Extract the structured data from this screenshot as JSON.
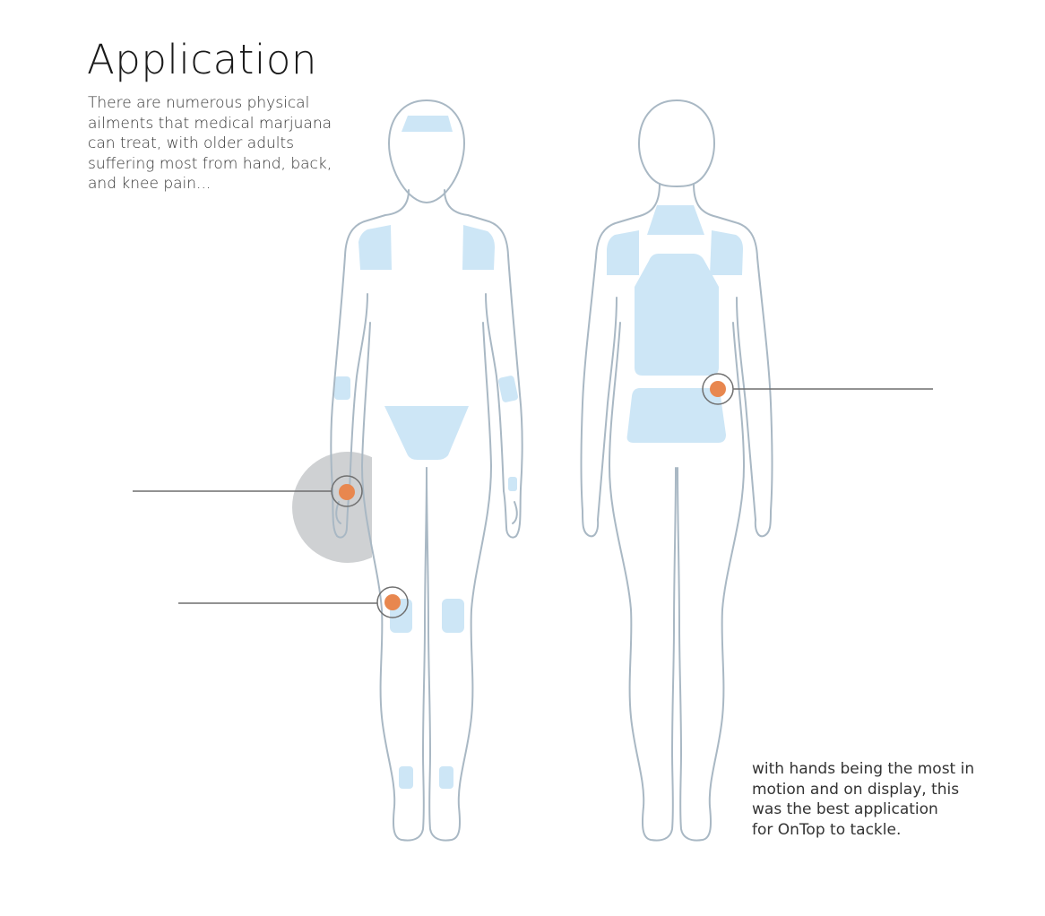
{
  "heading": {
    "title": "Application"
  },
  "intro": {
    "text": "There are numerous physical\nailments that medical marjuana\ncan treat, with older adults\nsuffering most from hand, back,\nand knee pain..."
  },
  "outro": {
    "text": "with hands being the most in\nmotion and on display, this\nwas the best application\nfor OnTop to tackle."
  },
  "colors": {
    "outline": "#a9b8c4",
    "patch": "#cde6f6",
    "marker": "#e8874f",
    "marker_ring": "#707070",
    "leader_line": "#6e6e6e",
    "highlight_disc": "#cfd1d3",
    "text": "#333333"
  },
  "figures": [
    {
      "name": "front-view"
    },
    {
      "name": "back-view"
    }
  ],
  "markers": [
    {
      "name": "hand-pain-marker",
      "area": "hand"
    },
    {
      "name": "knee-pain-marker",
      "area": "knee"
    },
    {
      "name": "back-pain-marker",
      "area": "back"
    }
  ]
}
